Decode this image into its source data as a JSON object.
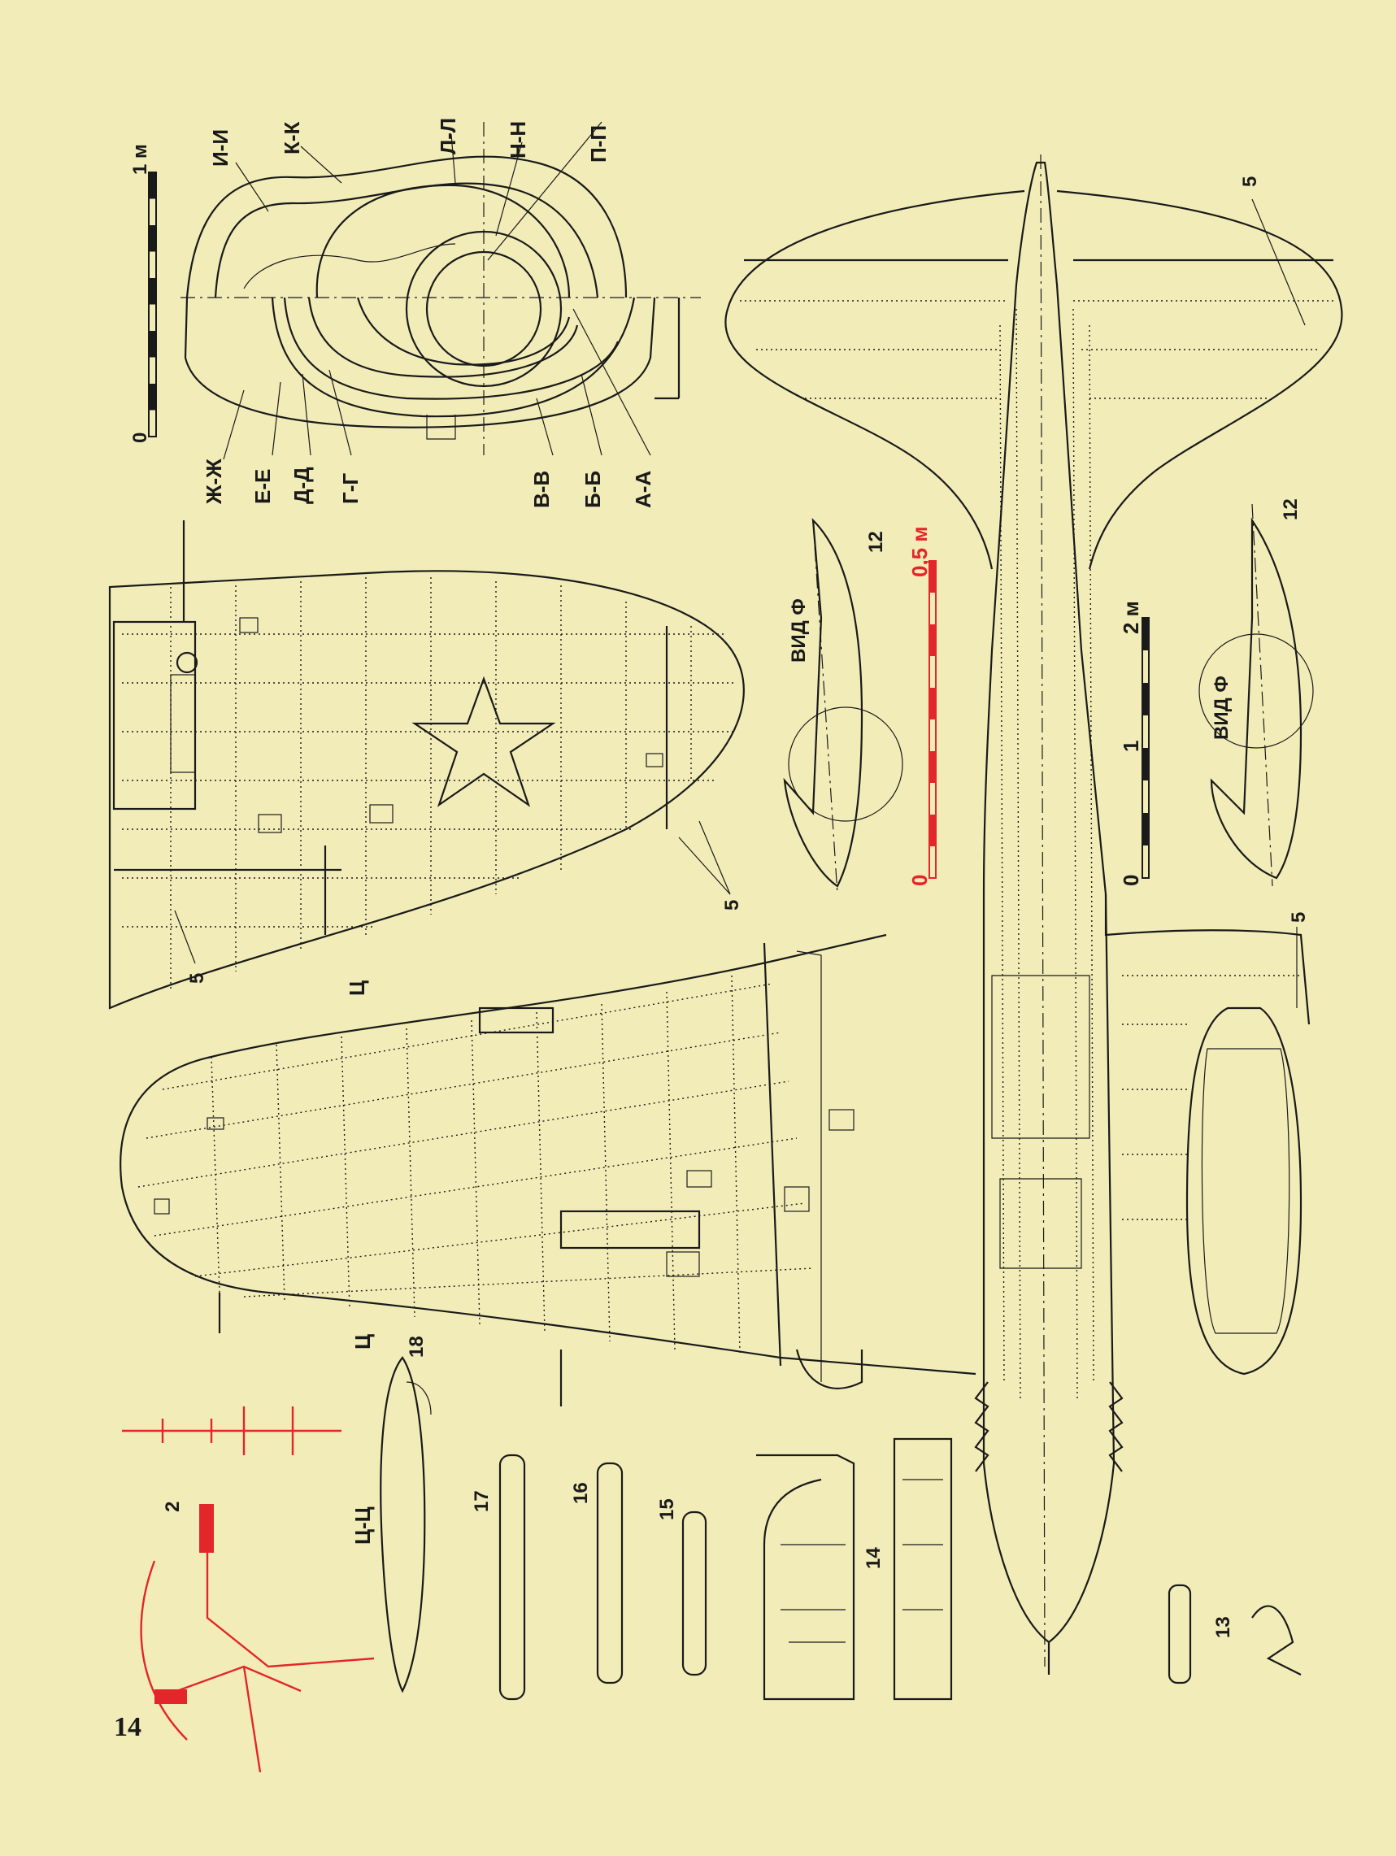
{
  "page_number": "14",
  "section_labels": {
    "top": [
      "И-И",
      "К-К",
      "Л-Л",
      "Н-Н",
      "П-П"
    ],
    "bottom": [
      "Ж-Ж",
      "Е-Е",
      "Д-Д",
      "Г-Г",
      "В-В",
      "Б-Б",
      "А-А"
    ]
  },
  "scale_top": {
    "zero": "0",
    "end": "1 м"
  },
  "scale_red": {
    "zero": "0",
    "end": "0,5 м"
  },
  "scale_right": {
    "zero": "0",
    "mid": "1",
    "end": "2 м"
  },
  "view_labels": {
    "left": "ВИД Ф",
    "right": "ВИД Ф"
  },
  "callouts": {
    "n5_a": "5",
    "n5_b": "5",
    "n5_c": "5",
    "n5_d": "5",
    "n12_a": "12",
    "n12_b": "12",
    "n13": "13",
    "n14": "14",
    "n15": "15",
    "n16": "16",
    "n17": "17",
    "n18": "18",
    "n2": "2"
  },
  "tse_labels": {
    "wing_mark": "Ц",
    "sect_mark": "Ц",
    "sect_name": "Ц-Ц"
  },
  "colors": {
    "paper": "#f2ecb8",
    "ink": "#1a1a1a",
    "accent_red": "#e3262a"
  }
}
